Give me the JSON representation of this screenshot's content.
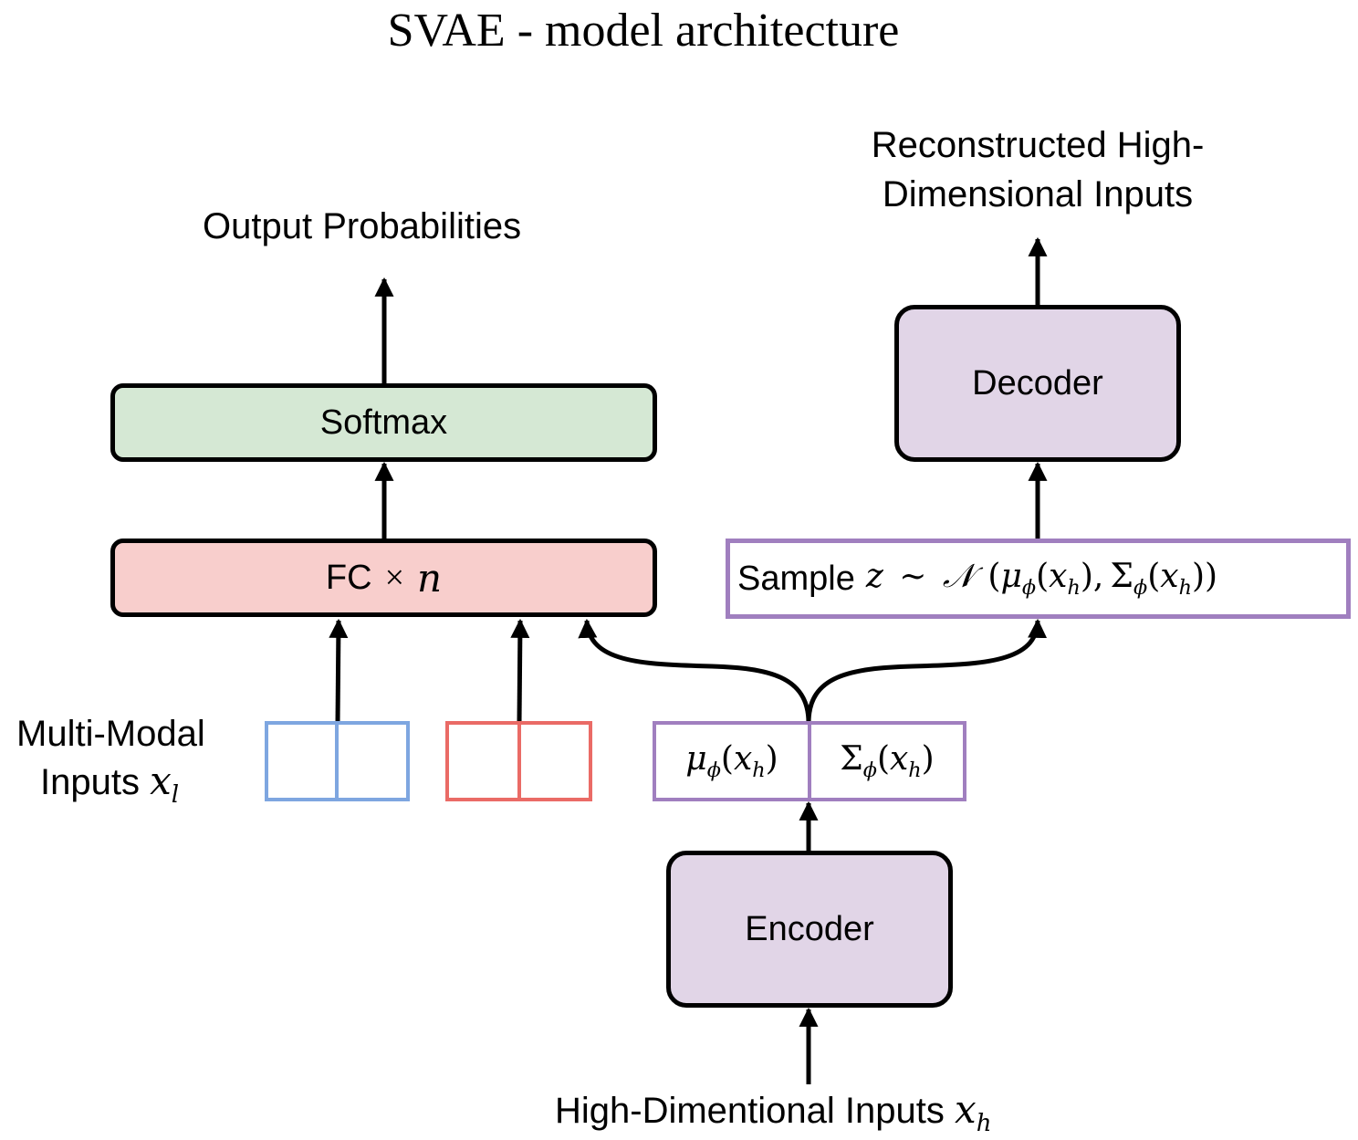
{
  "title": "SVAE - model architecture",
  "labels": {
    "output_probabilities": "Output Probabilities",
    "reconstructed": "Reconstructed High-Dimensional Inputs",
    "multimodal_line1": "Multi-Modal",
    "multimodal_line2": "Inputs",
    "multimodal_var": "x",
    "multimodal_sub": "l",
    "high_dim_inputs": "High-Dimentional Inputs",
    "high_dim_var": "x",
    "high_dim_sub": "h"
  },
  "boxes": {
    "softmax": "Softmax",
    "fc_text": "FC",
    "fc_times": "×",
    "fc_n": "n",
    "decoder": "Decoder",
    "encoder": "Encoder"
  },
  "formulas": {
    "sample_word": "Sample",
    "sample_var": "z",
    "sample_tilde": "∼",
    "sample_dist": "𝒩",
    "mu": "μ",
    "sigma": "Σ",
    "phi": "ϕ",
    "x": "x",
    "h": "h"
  },
  "colors": {
    "softmax_fill": "#d5e8d4",
    "fc_fill": "#f8cecc",
    "coder_fill": "#e1d5e7",
    "purple_border": "#a07fbf",
    "blue_border": "#7ea6e0",
    "red_border": "#ea6b66"
  }
}
